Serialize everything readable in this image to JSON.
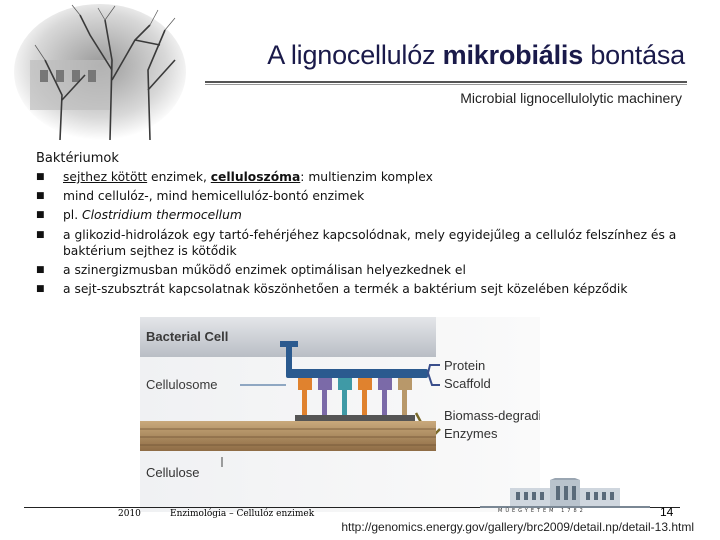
{
  "header": {
    "title_part1": "A lignocellulóz ",
    "title_bold": "mikrobiális",
    "title_part2": " bontása",
    "subtitle": "Microbial lignocellulolytic machinery"
  },
  "content": {
    "heading": "Baktériumok",
    "bullets": [
      {
        "u": "sejthez kötött",
        "t1": " enzimek, ",
        "bu": "celluloszóma",
        "t2": ": multienzim komplex"
      },
      {
        "text": "mind cellulóz-, mind hemicellulóz-bontó enzimek"
      },
      {
        "pre": "pl. ",
        "it": "Clostridium thermocellum"
      },
      {
        "text": "a glikozid-hidrolázok egy tartó-fehérjéhez kapcsolódnak, mely egyidejűleg a cellulóz felszínhez és a baktérium sejthez is kötődik"
      },
      {
        "text": "a szinergizmusban működő enzimek optimálisan helyezkednek el"
      },
      {
        "text": "a sejt-szubsztrát kapcsolatnak köszönhetően a termék a baktérium sejt közelében képződik"
      }
    ]
  },
  "figure": {
    "bacterial_cell": "Bacterial Cell",
    "cellulosome": "Cellulosome",
    "cellulose": "Cellulose",
    "protein_scaffold_1": "Protein",
    "protein_scaffold_2": "Scaffold",
    "enzymes_1": "Biomass-degrading",
    "enzymes_2": "Enzymes",
    "colors": {
      "cell": "#c8ccd2",
      "scaffold": "#2b5a8f",
      "enzyme_orange": "#e0822e",
      "enzyme_purple": "#7b6aa8",
      "enzyme_teal": "#3f9aa6",
      "enzyme_tan": "#b8986a",
      "arrow_blue": "#3a4f8c",
      "arrow_olive": "#7a6a2a"
    }
  },
  "footer": {
    "year": "2010",
    "course": "Enzimológia – Cellulóz enzimek",
    "page": "14",
    "url": "http://genomics.energy.gov/gallery/brc2009/detail.np/detail-13.html",
    "logo_text": "MŰEGYETEM 1782"
  }
}
